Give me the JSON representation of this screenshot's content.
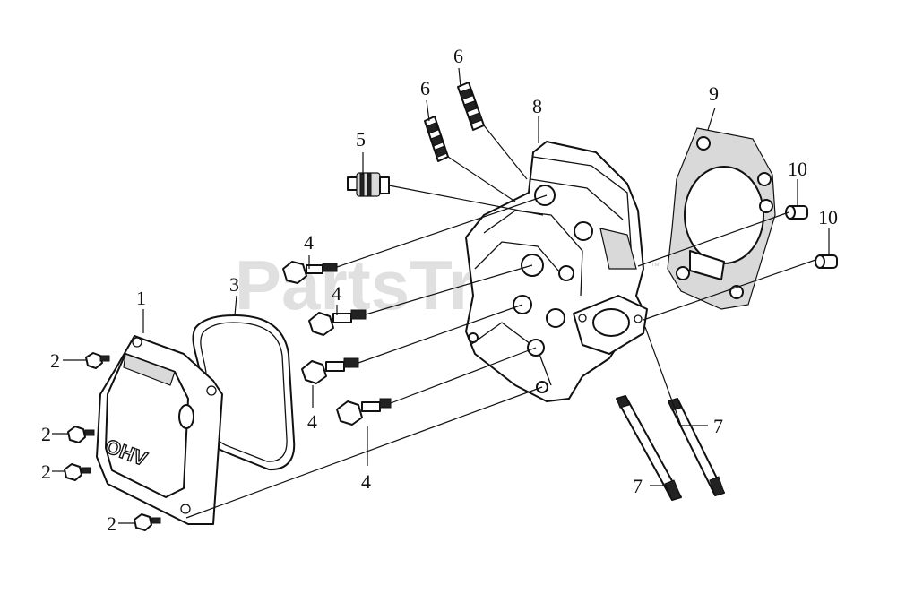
{
  "watermark": {
    "text": "PartsTree",
    "mark": "™"
  },
  "cover_stamp": "OHV",
  "callouts": [
    {
      "id": "c1",
      "label": "1"
    },
    {
      "id": "c2a",
      "label": "2"
    },
    {
      "id": "c2b",
      "label": "2"
    },
    {
      "id": "c2c",
      "label": "2"
    },
    {
      "id": "c2d",
      "label": "2"
    },
    {
      "id": "c3",
      "label": "3"
    },
    {
      "id": "c4a",
      "label": "4"
    },
    {
      "id": "c4b",
      "label": "4"
    },
    {
      "id": "c4c",
      "label": "4"
    },
    {
      "id": "c4d",
      "label": "4"
    },
    {
      "id": "c5",
      "label": "5"
    },
    {
      "id": "c6a",
      "label": "6"
    },
    {
      "id": "c6b",
      "label": "6"
    },
    {
      "id": "c7a",
      "label": "7"
    },
    {
      "id": "c7b",
      "label": "7"
    },
    {
      "id": "c8",
      "label": "8"
    },
    {
      "id": "c9",
      "label": "9"
    },
    {
      "id": "c10a",
      "label": "10"
    },
    {
      "id": "c10b",
      "label": "10"
    }
  ]
}
